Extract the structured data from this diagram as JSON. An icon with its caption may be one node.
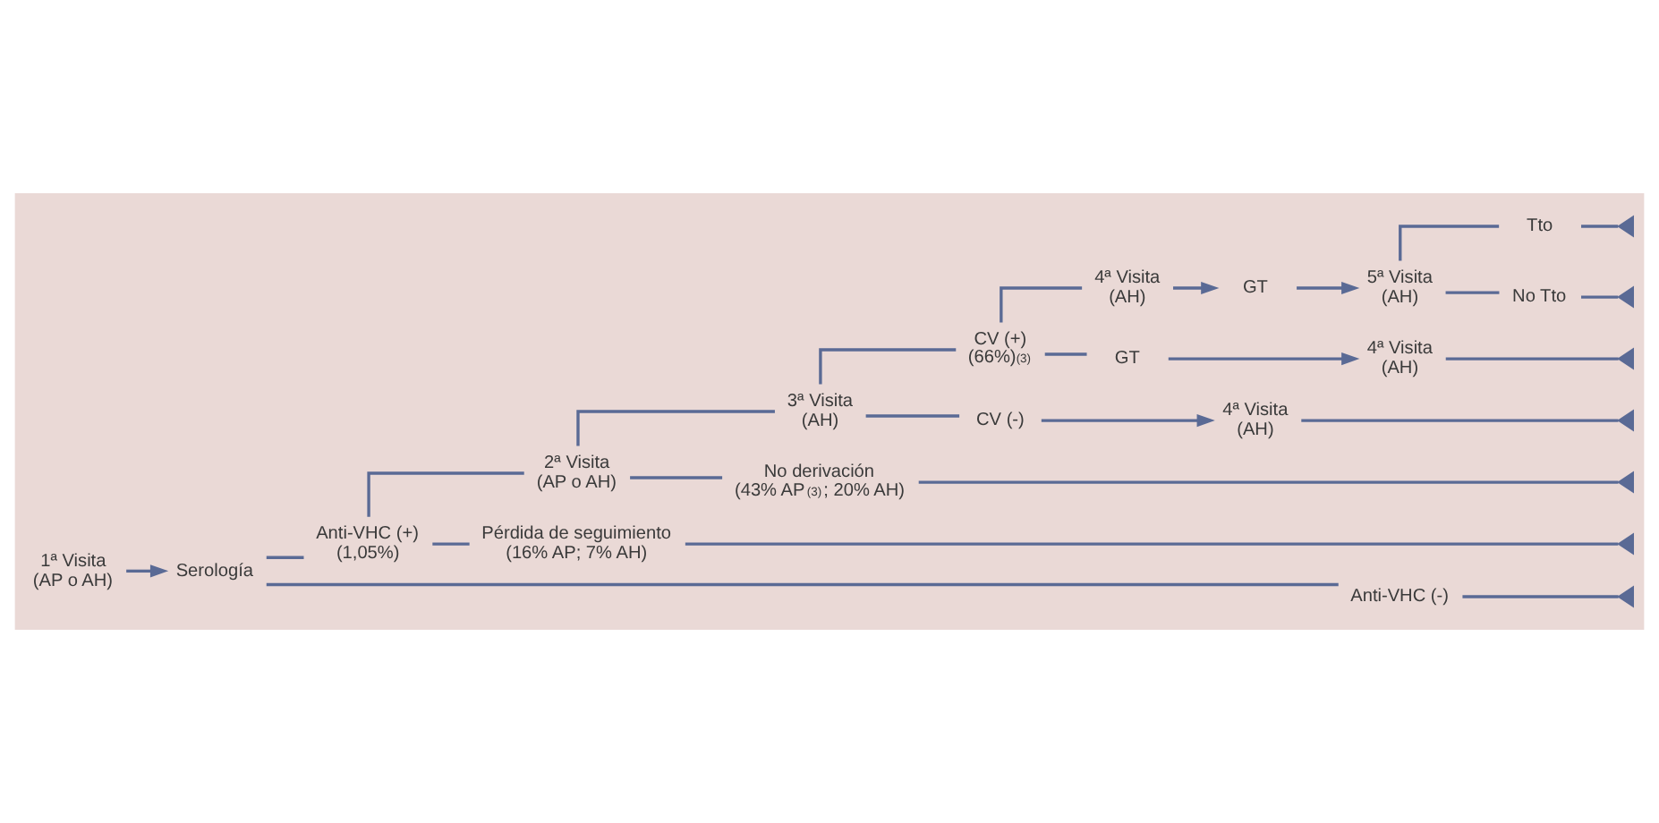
{
  "diagram": {
    "nodes": [
      {
        "text": [
          "1ª Visita",
          "(AP o AH)"
        ]
      },
      {
        "text": [
          "Serología"
        ]
      },
      {
        "text": [
          "Anti-VHC (+)",
          "(1,05%)"
        ]
      },
      {
        "text": [
          "Anti-VHC (-)"
        ]
      },
      {
        "text": [
          "2ª Visita",
          "(AP o AH)"
        ]
      },
      {
        "text": [
          "Pérdida de seguimiento",
          "(16% AP; 7% AH)"
        ]
      },
      {
        "text": [
          "3ª Visita",
          "(AH)"
        ]
      },
      {
        "text": [
          "No derivación",
          "(43% AP$^{(3)}$; 20% AH)"
        ]
      },
      {
        "text": [
          "CV (+)",
          "(66%)$^{(3)}$"
        ]
      },
      {
        "text": [
          "CV (-)"
        ]
      },
      {
        "text": [
          "4ª Visita",
          "(AH)"
        ]
      },
      {
        "text": [
          "4ª Visita",
          "(AH)"
        ]
      },
      {
        "text": [
          "GT"
        ]
      },
      {
        "text": [
          "5ª Visita",
          "(AH)"
        ]
      },
      {
        "text": [
          "Tto"
        ]
      },
      {
        "text": [
          "No Tto"
        ]
      },
      {
        "text": [
          "GT"
        ]
      },
      {
        "text": [
          "4ª Visita",
          "(AH)"
        ]
      },
      {
        "text": [],
        "shape": "triangle"
      },
      {
        "text": [],
        "shape": "triangle"
      },
      {
        "text": [],
        "shape": "triangle"
      },
      {
        "text": [],
        "shape": "triangle"
      },
      {
        "text": [],
        "shape": "triangle"
      },
      {
        "text": [],
        "shape": "triangle"
      },
      {
        "text": [],
        "shape": "triangle"
      }
    ],
    "edges": [
      {
        "from": 0,
        "to": 1,
        "arrow": "to"
      },
      {
        "from": 1,
        "to": 2,
        "arrow": "none"
      },
      {
        "from": 1,
        "to": 3,
        "arrow": "none"
      },
      {
        "from": 2,
        "to": 4,
        "arrow": "none"
      },
      {
        "from": 2,
        "to": 5,
        "arrow": "none"
      },
      {
        "from": 4,
        "to": 6,
        "arrow": "none"
      },
      {
        "from": 4,
        "to": 7,
        "arrow": "none"
      },
      {
        "from": 6,
        "to": 8,
        "arrow": "none"
      },
      {
        "from": 6,
        "to": 9,
        "arrow": "none"
      },
      {
        "from": 9,
        "to": 10,
        "arrow": "to"
      },
      {
        "from": 8,
        "to": 11,
        "arrow": "none"
      },
      {
        "from": 11,
        "to": 12,
        "arrow": "to"
      },
      {
        "from": 12,
        "to": 13,
        "arrow": "to"
      },
      {
        "from": 13,
        "to": 14,
        "arrow": "none"
      },
      {
        "from": 13,
        "to": 15,
        "arrow": "none"
      },
      {
        "from": 8,
        "to": 16,
        "arrow": "none"
      },
      {
        "from": 16,
        "to": 17,
        "arrow": "to"
      },
      {
        "from": 14,
        "to": 18,
        "arrow": "none"
      },
      {
        "from": 15,
        "to": 19,
        "arrow": "none"
      },
      {
        "from": 17,
        "to": 20,
        "arrow": "none"
      },
      {
        "from": 10,
        "to": 21,
        "arrow": "none"
      },
      {
        "from": 7,
        "to": 22,
        "arrow": "none"
      },
      {
        "from": 5,
        "to": 23,
        "arrow": "none"
      },
      {
        "from": 3,
        "to": 24,
        "arrow": "none"
      }
    ]
  }
}
